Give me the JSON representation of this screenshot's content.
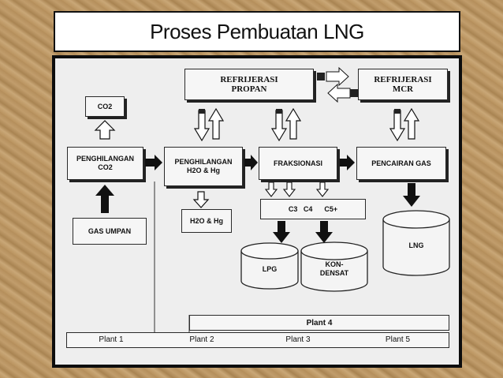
{
  "title": "Proses Pembuatan LNG",
  "boxes": {
    "refrigerasi_propan": "REFRIJERASI\nPROPAN",
    "refrigerasi_mcr": "REFRIJERASI\nMCR",
    "co2": "CO2",
    "penghilangan_co2": "PENGHILANGAN\nCO2",
    "penghilangan_h2o_hg": "PENGHILANGAN\nH2O & Hg",
    "fraksionasi": "FRAKSIONASI",
    "pencairan_gas": "PENCAIRAN GAS",
    "gas_umpan": "GAS UMPAN",
    "h2o_hg": "H2O & Hg",
    "fractions": "C3   C4      C5+"
  },
  "tanks": {
    "lpg": "LPG",
    "kondensat": "KON-\nDENSAT",
    "lng": "LNG"
  },
  "plants": {
    "plant4": "Plant 4",
    "plant1": "Plant 1",
    "plant2": "Plant 2",
    "plant3": "Plant 3",
    "plant5": "Plant 5"
  }
}
